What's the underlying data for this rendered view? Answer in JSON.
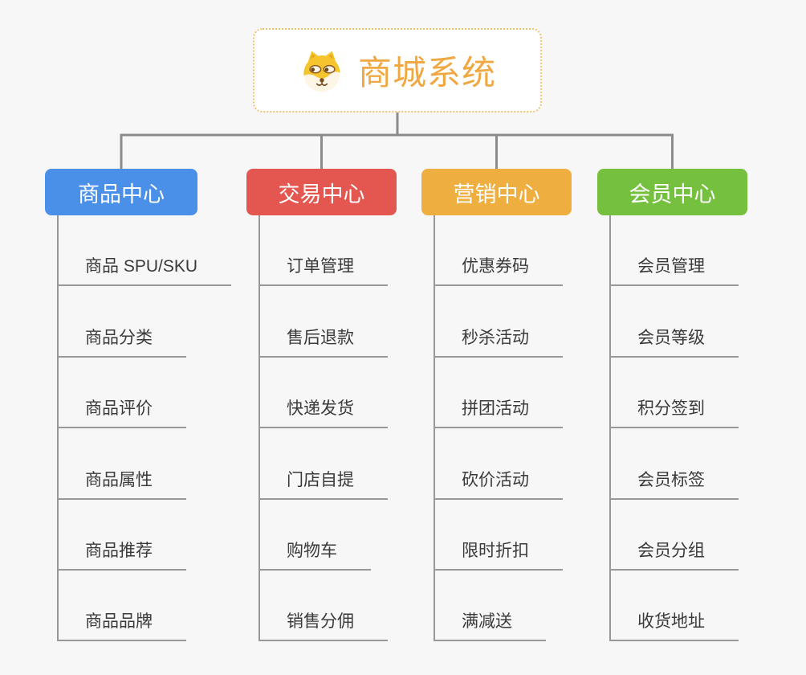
{
  "page": {
    "background_color": "#f7f7f7",
    "connector_color": "#8b8b8b"
  },
  "root": {
    "title": "商城系统",
    "icon": "dog-face-icon",
    "title_color": "#f0a843",
    "border_color": "#f3c06c"
  },
  "columns": [
    {
      "label": "商品中心",
      "color": "#4b90e8",
      "items": [
        "商品 SPU/SKU",
        "商品分类",
        "商品评价",
        "商品属性",
        "商品推荐",
        "商品品牌"
      ]
    },
    {
      "label": "交易中心",
      "color": "#e45750",
      "items": [
        "订单管理",
        "售后退款",
        "快递发货",
        "门店自提",
        "购物车",
        "销售分佣"
      ]
    },
    {
      "label": "营销中心",
      "color": "#eeae40",
      "items": [
        "优惠券码",
        "秒杀活动",
        "拼团活动",
        "砍价活动",
        "限时折扣",
        "满减送"
      ]
    },
    {
      "label": "会员中心",
      "color": "#75c13f",
      "items": [
        "会员管理",
        "会员等级",
        "积分签到",
        "会员标签",
        "会员分组",
        "收货地址"
      ]
    }
  ]
}
